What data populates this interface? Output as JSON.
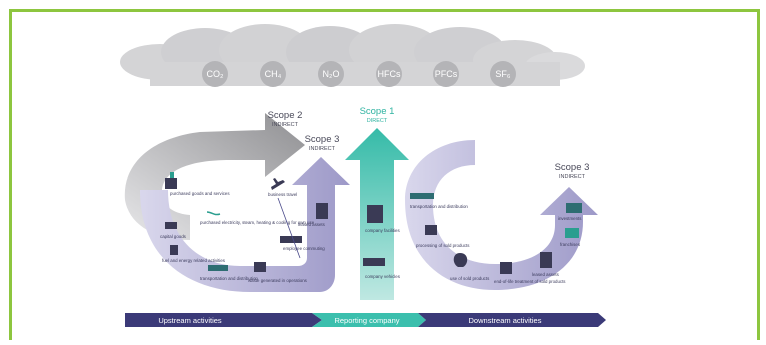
{
  "gases": [
    "CO₂",
    "CH₄",
    "N₂O",
    "HFCs",
    "PFCs",
    "SF₆"
  ],
  "scopes": {
    "scope2": {
      "title": "Scope 2",
      "subtitle": "INDIRECT"
    },
    "scope1": {
      "title": "Scope 1",
      "subtitle": "DIRECT"
    },
    "scope3_upstream": {
      "title": "Scope 3",
      "subtitle": "INDIRECT"
    },
    "scope3_downstream": {
      "title": "Scope 3",
      "subtitle": "INDIRECT"
    }
  },
  "upstream_items": {
    "purchased_goods": "purchased goods and services",
    "capital_goods": "capital goods",
    "fuel_energy": "fuel and energy related activities",
    "transportation": "transportation and distribution",
    "waste": "waste generated in operations",
    "business_travel": "business travel",
    "employee_commuting": "employee commuting",
    "leased_assets": "leased assets",
    "purchased_electricity": "purchased electricity, steam, heating & cooling for own use"
  },
  "direct_items": {
    "company_facilities": "company facilities",
    "company_vehicles": "company vehicles"
  },
  "downstream_items": {
    "transportation": "transportation and distribution",
    "processing": "processing of sold products",
    "use_of_sold": "use of sold products",
    "end_of_life": "end-of-life treatment of sold products",
    "leased_assets": "leased assets",
    "franchises": "franchises",
    "investments": "investments"
  },
  "bottom_bar": {
    "upstream": "Upstream activities",
    "reporting": "Reporting company",
    "downstream": "Downstream activities"
  },
  "colors": {
    "border": "#8dc63f",
    "cloud": "#c9c9cc",
    "scope1": "#3bbfad",
    "scope2": "#9a9a9c",
    "scope3": "#aaa6cf",
    "bar": "#3b3a78"
  }
}
